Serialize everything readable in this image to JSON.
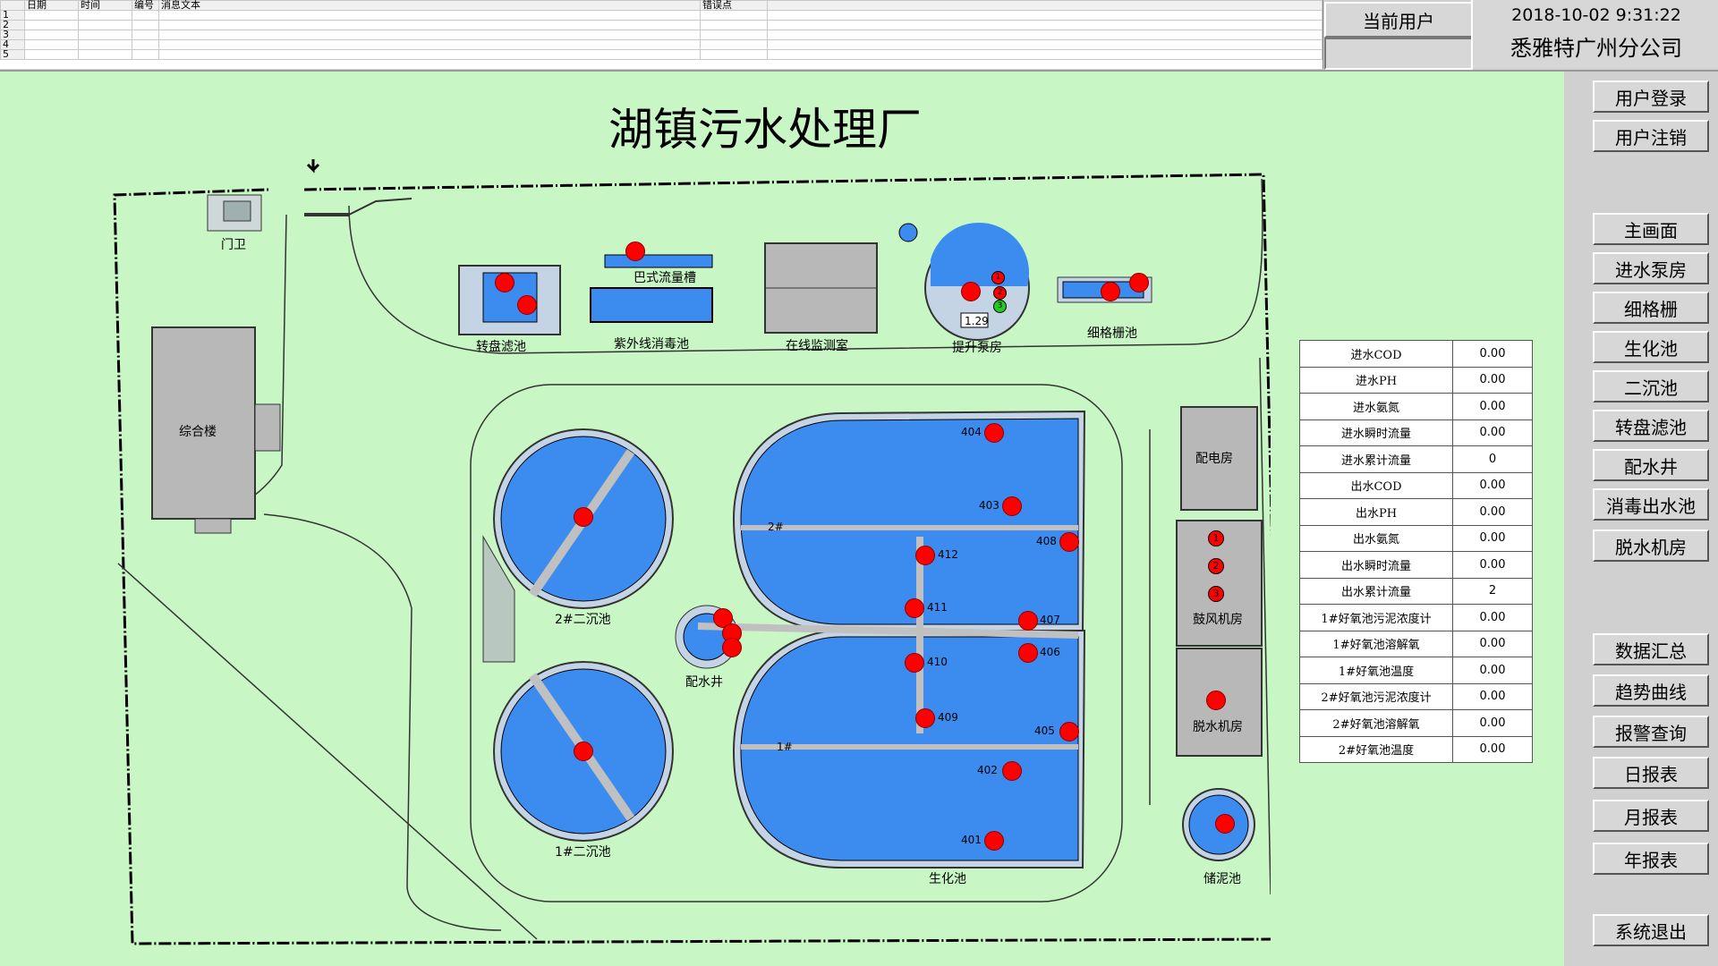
{
  "msg_table": {
    "headers": [
      "日期",
      "时间",
      "编号",
      "消息文本",
      "错误点"
    ],
    "rows": [
      "1",
      "2",
      "3",
      "4",
      "5"
    ]
  },
  "header": {
    "user_label": "当前用户",
    "user_value": "",
    "datetime": "2018-10-02 9:31:22",
    "company": "悉雅特广州分公司"
  },
  "title": "湖镇污水处理厂",
  "nav": {
    "login": "用户登录",
    "logout": "用户注销",
    "main": "主画面",
    "inlet_pump": "进水泵房",
    "fine_screen": "细格栅",
    "bio_tank": "生化池",
    "secondary": "二沉池",
    "disc_filter": "转盘滤池",
    "distribution": "配水井",
    "disinfect": "消毒出水池",
    "dewater": "脱水机房",
    "summary": "数据汇总",
    "trend": "趋势曲线",
    "alarm": "报警查询",
    "daily": "日报表",
    "monthly": "月报表",
    "yearly": "年报表",
    "exit": "系统退出"
  },
  "labels": {
    "guard": "门卫",
    "office": "综合楼",
    "disc": "转盘滤池",
    "uv": "紫外线消毒池",
    "parshall": "巴式流量槽",
    "monitor": "在线监测室",
    "lift": "提升泵房",
    "lift_val": "1.29",
    "fine": "细格栅池",
    "power": "配电房",
    "blower": "鼓风机房",
    "dewater": "脱水机房",
    "sludge": "储泥池",
    "bio": "生化池",
    "sec2": "2#二沉池",
    "sec1": "1#二沉池",
    "dist": "配水井",
    "bio2": "2#",
    "bio1": "1#"
  },
  "points": {
    "p401": "401",
    "p402": "402",
    "p403": "403",
    "p404": "404",
    "p405": "405",
    "p406": "406",
    "p407": "407",
    "p408": "408",
    "p409": "409",
    "p410": "410",
    "p411": "411",
    "p412": "412"
  },
  "blower_units": [
    "1",
    "2",
    "3"
  ],
  "lift_units": [
    "1",
    "2",
    "3"
  ],
  "readings": [
    {
      "name": "进水COD",
      "value": "0.00"
    },
    {
      "name": "进水PH",
      "value": "0.00"
    },
    {
      "name": "进水氨氮",
      "value": "0.00"
    },
    {
      "name": "进水瞬时流量",
      "value": "0.00"
    },
    {
      "name": "进水累计流量",
      "value": "0"
    },
    {
      "name": "出水COD",
      "value": "0.00"
    },
    {
      "name": "出水PH",
      "value": "0.00"
    },
    {
      "name": "出水氨氮",
      "value": "0.00"
    },
    {
      "name": "出水瞬时流量",
      "value": "0.00"
    },
    {
      "name": "出水累计流量",
      "value": "2"
    },
    {
      "name": "1#好氧池污泥浓度计",
      "value": "0.00"
    },
    {
      "name": "1#好氧池溶解氧",
      "value": "0.00"
    },
    {
      "name": "1#好氧池温度",
      "value": "0.00"
    },
    {
      "name": "2#好氧池污泥浓度计",
      "value": "0.00"
    },
    {
      "name": "2#好氧池溶解氧",
      "value": "0.00"
    },
    {
      "name": "2#好氧池温度",
      "value": "0.00"
    }
  ],
  "colors": {
    "background": "#c8f6c4",
    "water": "#3c8cf0",
    "alarm": "#ff0000",
    "panel": "#d0d0d0"
  }
}
